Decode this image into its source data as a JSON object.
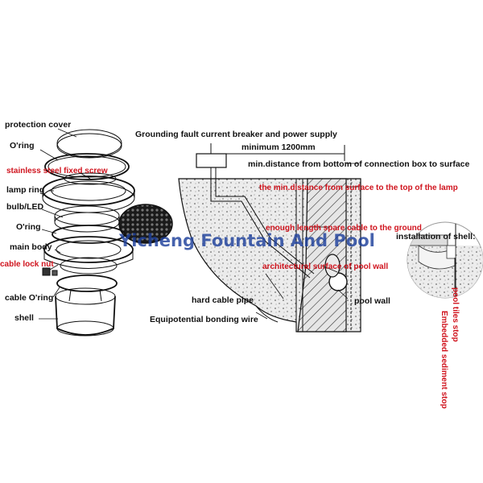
{
  "labels": {
    "protection_cover": "protection cover",
    "o_ring_top": "O'ring",
    "screw": "stainless steel fixed screw",
    "lamp_ring": "lamp ring",
    "bulb": "bulb/LED",
    "o_ring_mid": "O'ring",
    "main_body": "main body",
    "cable_lock_nut": "cable lock nut",
    "cable_o_ring": "cable O'ring",
    "shell": "shell",
    "grounding": "Grounding fault current breaker and power supply",
    "min_1200": "minimum 1200mm",
    "min_box": "min.distance from bottom of connection box to surface",
    "min_lamp": "the min.distance from surface to the top of the lamp",
    "spare_cable": "enough length spare cable to the ground",
    "install_shell": "installation of shell:",
    "arch_surface": "architectural surface of pool wall",
    "hard_pipe": "hard cable pipe",
    "pool_wall": "pool wall",
    "equipotential": "Equipotential bonding wire",
    "tiles_stop": "pool tiles stop",
    "sediment_stop": "Embedded sediment stop"
  },
  "watermark": "Yicheng Fountain And Pool",
  "colors": {
    "ink": "#111111",
    "red": "#d0141e",
    "watermark": "#1d3f9b"
  }
}
